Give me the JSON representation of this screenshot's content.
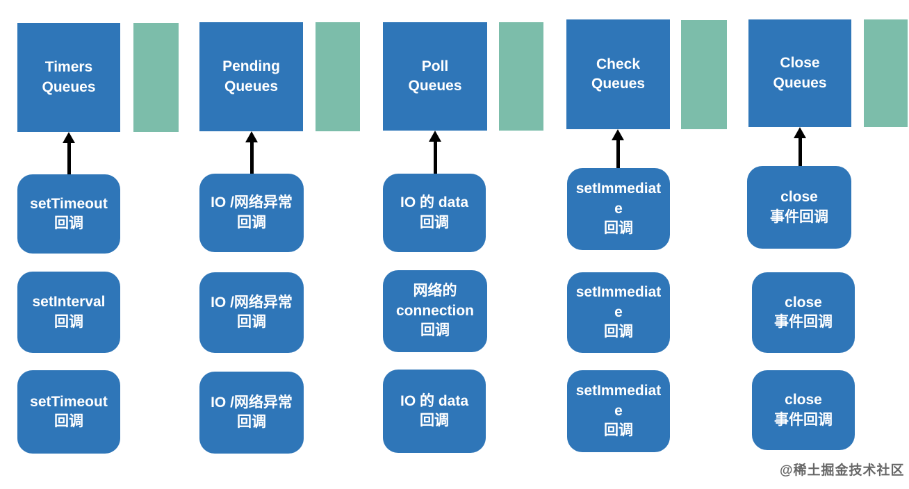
{
  "diagram": {
    "watermark": "@稀土掘金技术社区",
    "colors": {
      "queue_box_blue": "#2F76B8",
      "side_bar_green": "#7CBDAA",
      "arrow_black": "#000000",
      "label_text_white": "#FFFFFF",
      "watermark_gray": "#4D4D4D"
    },
    "columns": [
      {
        "queue_label": "Timers\nQueues",
        "callbacks": [
          "setTimeout\n回调",
          "setInterval\n回调",
          "setTimeout\n回调"
        ]
      },
      {
        "queue_label": "Pending\nQueues",
        "callbacks": [
          "IO /网络异常\n回调",
          "IO /网络异常\n回调",
          "IO /网络异常\n回调"
        ]
      },
      {
        "queue_label": "Poll\nQueues",
        "callbacks": [
          "IO 的 data\n回调",
          "网络的\nconnection\n回调",
          "IO 的 data\n回调"
        ]
      },
      {
        "queue_label": "Check\nQueues",
        "callbacks": [
          "setImmediat\ne\n回调",
          "setImmediat\ne\n回调",
          "setImmediat\ne\n回调"
        ]
      },
      {
        "queue_label": "Close\nQueues",
        "callbacks": [
          "close\n事件回调",
          "close\n事件回调",
          "close\n事件回调"
        ]
      }
    ]
  }
}
